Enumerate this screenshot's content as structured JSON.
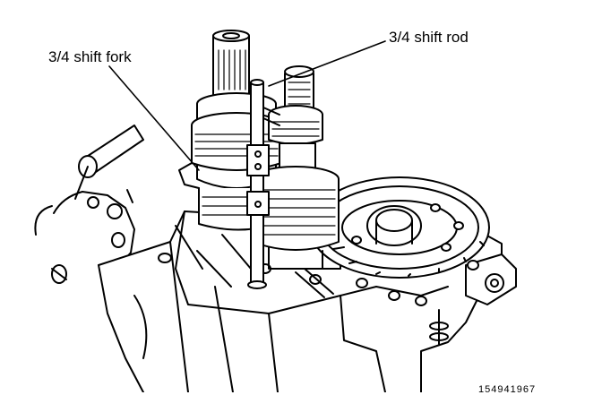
{
  "callouts": {
    "shift_rod": "3/4 shift rod",
    "shift_fork": "3/4 shift fork"
  },
  "figure_id": "154941967"
}
